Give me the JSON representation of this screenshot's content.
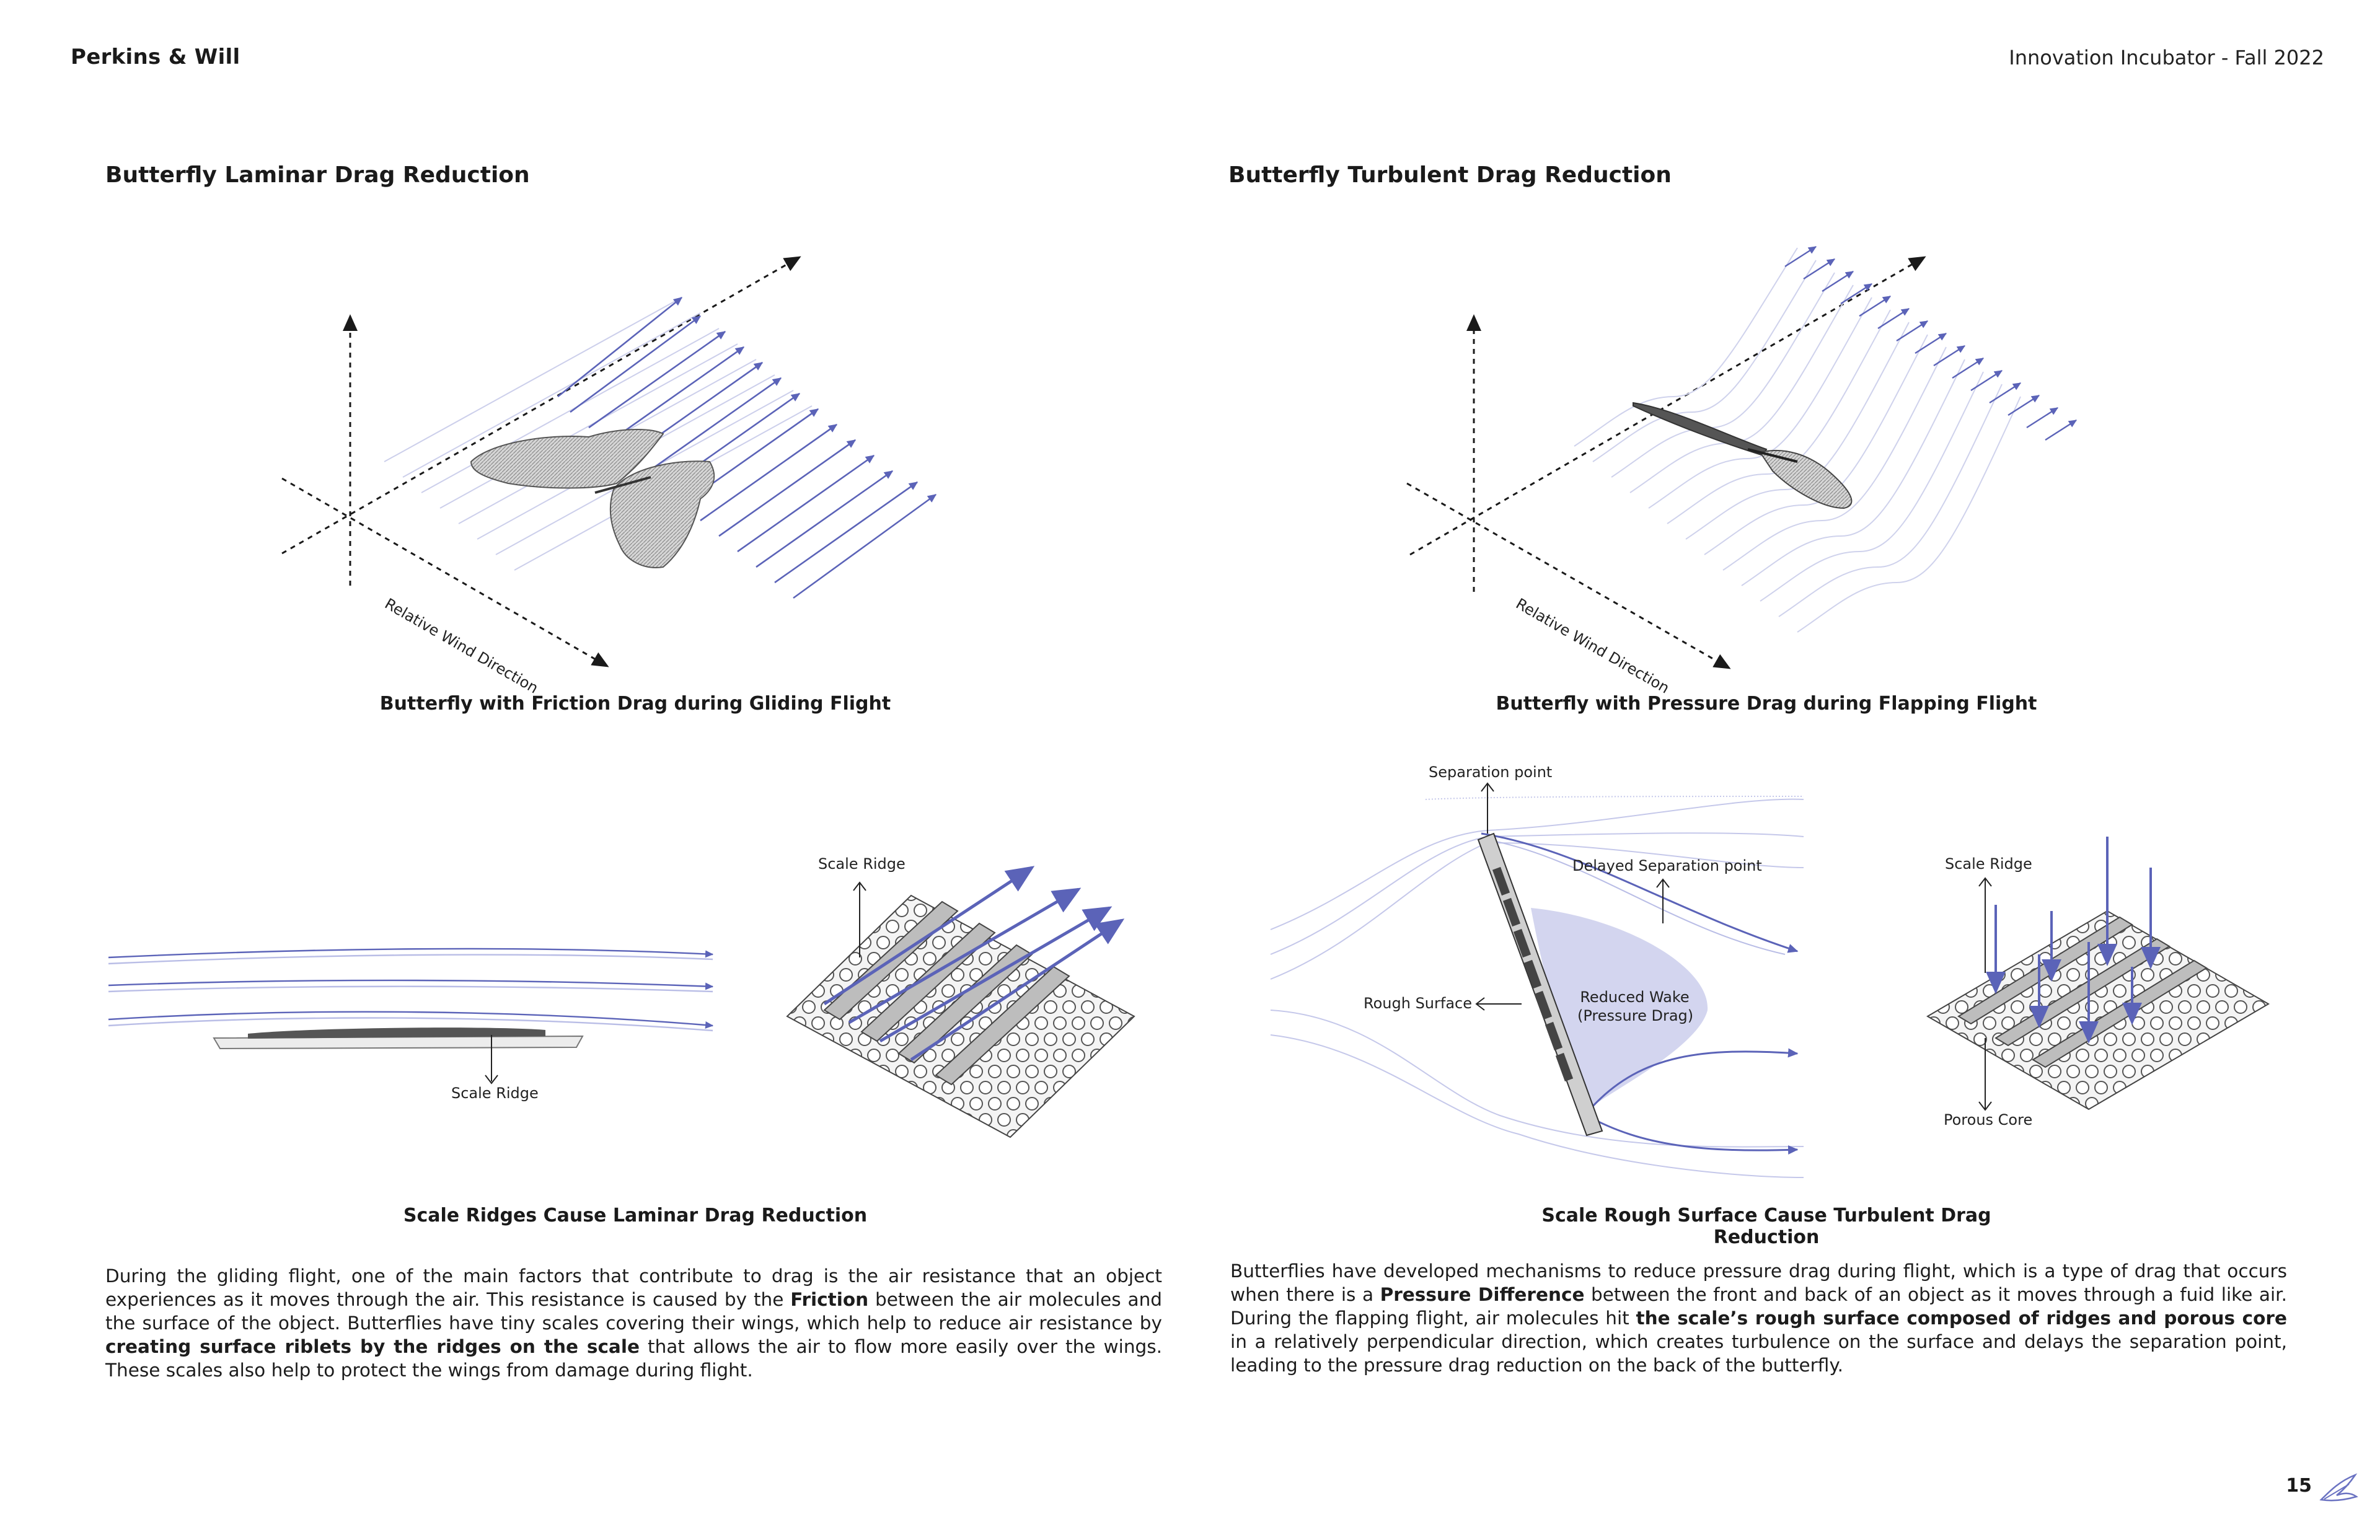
{
  "header": {
    "brand": "Perkins & Will",
    "subtitle": "Innovation Incubator - Fall 2022"
  },
  "left": {
    "title": "Butterfly Laminar Drag Reduction",
    "diagram_axis_label": "Relative Wind Direction",
    "diagram_caption": "Butterfly with Friction Drag during Gliding Flight",
    "detail_label_bottom": "Scale Ridge",
    "detail_label_top": "Scale Ridge",
    "detail_caption": "Scale Ridges Cause Laminar Drag Reduction",
    "paragraph": [
      {
        "t": "During the gliding flight, one of the main factors that contribute to drag is the air resistance that an object experiences as it moves through the air. This resistance is caused by the ",
        "b": false
      },
      {
        "t": "Friction",
        "b": true
      },
      {
        "t": " between the air molecules and the surface of the object. Butterflies have tiny scales covering their wings, which help to reduce air resistance by ",
        "b": false
      },
      {
        "t": "creating surface riblets by the ridges on the scale",
        "b": true
      },
      {
        "t": " that allows the air to flow more easily over the wings. These scales also help to protect the wings from damage during flight.",
        "b": false
      }
    ]
  },
  "right": {
    "title": "Butterfly Turbulent Drag Reduction",
    "diagram_axis_label": "Relative Wind Direction",
    "diagram_caption": "Butterfly with Pressure Drag during Flapping Flight",
    "separation_point": "Separation point",
    "delayed_separation_point": "Delayed Separation point",
    "rough_surface": "Rough Surface",
    "reduced_wake_1": "Reduced Wake",
    "reduced_wake_2": "(Pressure Drag)",
    "scale_ridge": "Scale Ridge",
    "porous_core": "Porous Core",
    "detail_caption": "Scale Rough Surface Cause Turbulent Drag Reduction",
    "paragraph": [
      {
        "t": "Butterflies have developed mechanisms to reduce pressure drag during flight, which is a type of drag that occurs when there is a ",
        "b": false
      },
      {
        "t": "Pressure Difference",
        "b": true
      },
      {
        "t": " between the front and back of an object as it moves through a fuid like air. During the flapping flight, air molecules hit ",
        "b": false
      },
      {
        "t": "the scale’s rough surface composed of ridges and porous core",
        "b": true
      },
      {
        "t": " in a relatively perpendicular direction, which creates turbulence on the surface and delays the separation point, leading to the pressure drag reduction on the back of the butterfly.",
        "b": false
      }
    ]
  },
  "footer": {
    "page_number": "15",
    "logo_icon": "butterfly-logo-icon"
  },
  "colors": {
    "flow": "#5b63b8",
    "flow_light": "#b9bde6",
    "wake": "#cfd1ee",
    "text": "#1a1a1a"
  }
}
